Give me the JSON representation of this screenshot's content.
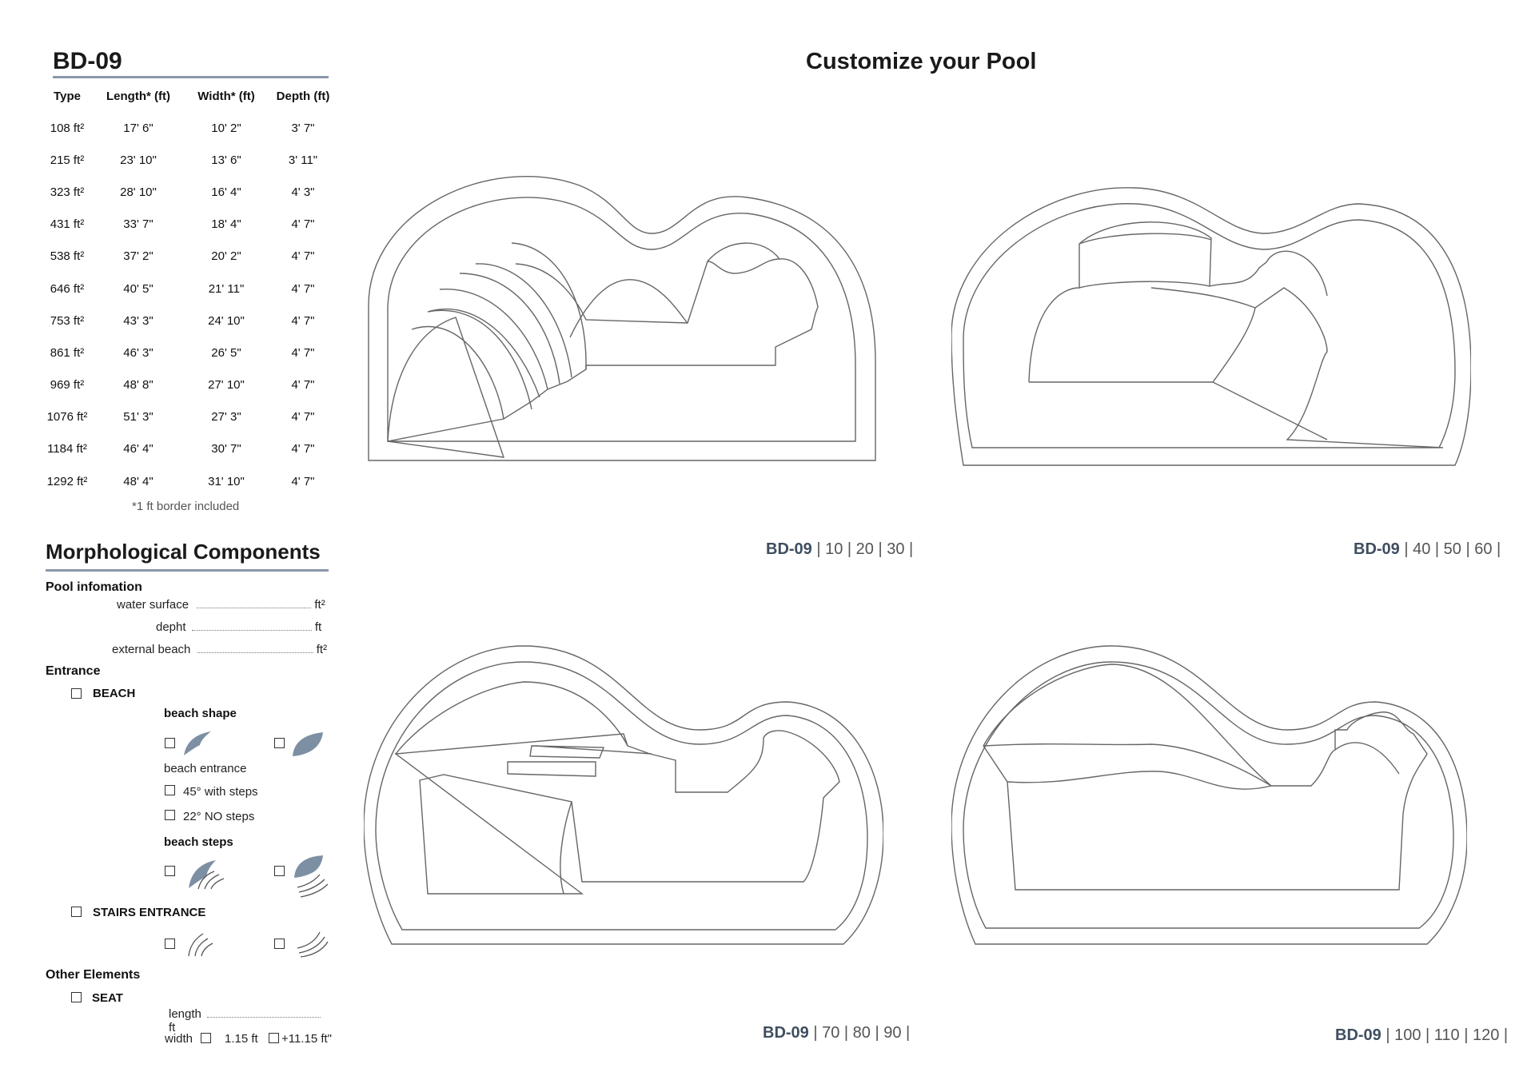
{
  "model": "BD-09",
  "main_title": "Customize your Pool",
  "table": {
    "headers": [
      "Type",
      "Length* (ft)",
      "Width* (ft)",
      "Depth (ft)"
    ],
    "rows": [
      [
        "108 ft²",
        "17' 6\"",
        "10' 2\"",
        "3' 7\""
      ],
      [
        "215 ft²",
        "23' 10\"",
        "13' 6\"",
        "3' 11\""
      ],
      [
        "323 ft²",
        "28' 10\"",
        "16' 4\"",
        "4' 3\""
      ],
      [
        "431 ft²",
        "33' 7\"",
        "18' 4\"",
        "4' 7\""
      ],
      [
        "538 ft²",
        "37' 2\"",
        "20' 2\"",
        "4' 7\""
      ],
      [
        "646 ft²",
        "40' 5\"",
        "21' 11\"",
        "4' 7\""
      ],
      [
        "753 ft²",
        "43' 3\"",
        "24' 10\"",
        "4' 7\""
      ],
      [
        "861 ft²",
        "46' 3\"",
        "26' 5\"",
        "4' 7\""
      ],
      [
        "969 ft²",
        "48' 8\"",
        "27' 10\"",
        "4' 7\""
      ],
      [
        "1076 ft²",
        "51' 3\"",
        "27' 3\"",
        "4' 7\""
      ],
      [
        "1184 ft²",
        "46' 4\"",
        "30' 7\"",
        "4' 7\""
      ],
      [
        "1292 ft²",
        "48' 4\"",
        "31' 10\"",
        "4' 7\""
      ]
    ],
    "note": "*1 ft border included"
  },
  "morph": {
    "title": "Morphological Components",
    "pool_info": "Pool infomation",
    "water_surface": "water surface",
    "water_surface_unit": "ft²",
    "depth": "depht",
    "depth_unit": "ft",
    "external_beach": "external beach",
    "external_beach_unit": "ft²",
    "entrance": "Entrance",
    "beach": "BEACH",
    "beach_shape": "beach shape",
    "beach_entrance": "beach entrance",
    "opt_45": "45° with steps",
    "opt_22": "22° NO steps",
    "beach_steps": "beach steps",
    "stairs_entrance": "STAIRS ENTRANCE",
    "other_elements": "Other Elements",
    "seat": "SEAT",
    "length": "length",
    "length_unit": "ft",
    "width": "width",
    "width_opt1": "1.15 ft",
    "width_opt2": "+11.15 ft\""
  },
  "captions": [
    {
      "model": "BD-09",
      "rest": "| 10 |  20  | 30 |"
    },
    {
      "model": "BD-09",
      "rest": "| 40 |  50  | 60 |"
    },
    {
      "model": "BD-09",
      "rest": "| 70 |  80  | 90 |"
    },
    {
      "model": "BD-09",
      "rest": "| 100 |  110  | 120 |"
    }
  ],
  "colors": {
    "accent_rule": "#8a98aa",
    "icon_fill": "#7d8fa3",
    "caption_model": "#3f4e60"
  }
}
